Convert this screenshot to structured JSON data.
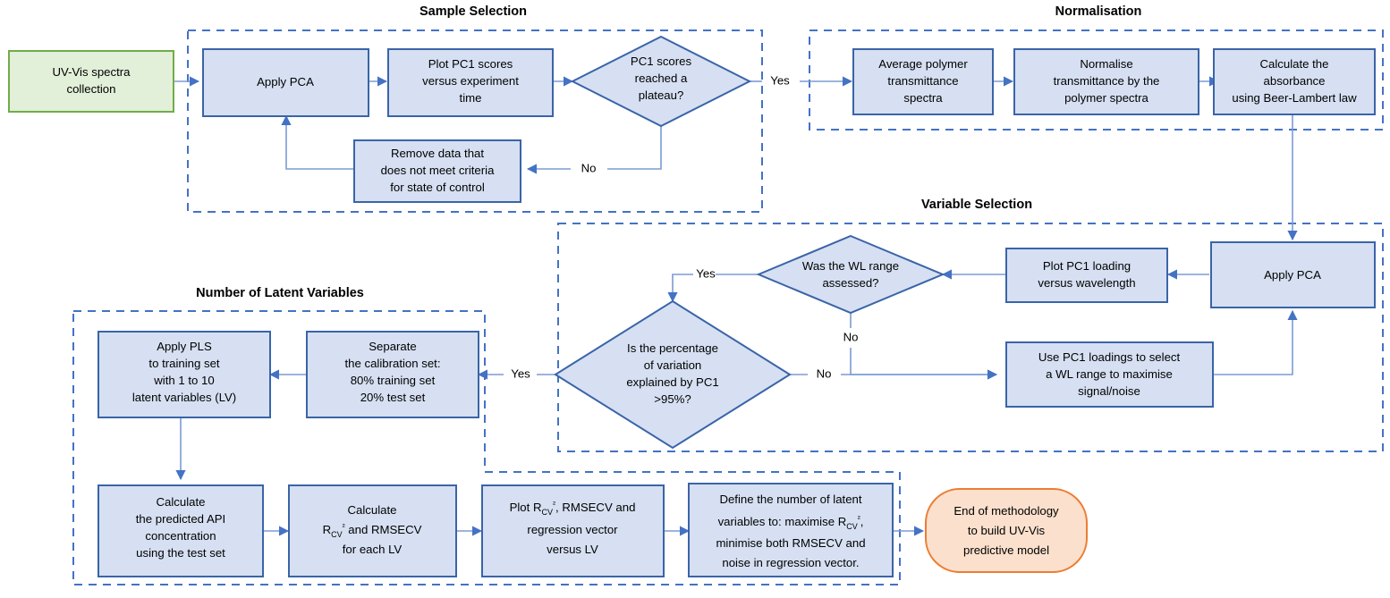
{
  "diagram": {
    "title": "UV-Vis predictive model building methodology flowchart",
    "colors": {
      "process_fill": "#D6E0F2",
      "process_border": "#3A64A8",
      "start_fill": "#E2EFD9",
      "start_border": "#70AD47",
      "end_fill": "#FBE0CD",
      "end_border": "#ED7D31",
      "group_border": "#4472C4",
      "connector": "#7B9BD4"
    }
  },
  "sections": {
    "sample_selection": {
      "title": "Sample Selection"
    },
    "normalisation": {
      "title": "Normalisation"
    },
    "variable_selection": {
      "title": "Variable Selection"
    },
    "latent_variables": {
      "title": "Number of Latent Variables"
    }
  },
  "nodes": {
    "start": {
      "lines": [
        "UV-Vis spectra",
        "collection"
      ]
    },
    "apply_pca_1": {
      "lines": [
        "Apply PCA"
      ]
    },
    "plot_pc1_scores": {
      "lines": [
        "Plot PC1 scores",
        "versus experiment",
        "time"
      ]
    },
    "pc1_plateau": {
      "lines": [
        "PC1 scores",
        "reached a",
        "plateau?"
      ]
    },
    "remove_data": {
      "lines": [
        "Remove data that",
        "does not meet criteria",
        "for state of control"
      ]
    },
    "average_polymer": {
      "lines": [
        "Average polymer",
        "transmittance",
        "spectra"
      ]
    },
    "normalise_transmittance": {
      "lines": [
        "Normalise",
        "transmittance by the",
        "polymer spectra"
      ]
    },
    "calculate_absorbance": {
      "lines": [
        "Calculate  the",
        "absorbance",
        "using Beer-Lambert law"
      ]
    },
    "apply_pca_2": {
      "lines": [
        "Apply PCA"
      ]
    },
    "plot_pc1_loading": {
      "lines": [
        "Plot PC1 loading",
        "versus wavelength"
      ]
    },
    "wl_range_assessed": {
      "lines": [
        "Was the WL range",
        "assessed?"
      ]
    },
    "use_pc1_loadings": {
      "lines": [
        "Use PC1 loadings to select",
        "a WL range to maximise",
        "signal/noise"
      ]
    },
    "percentage_variation": {
      "lines": [
        "Is the percentage",
        "of variation",
        "explained by PC1",
        ">95%?"
      ]
    },
    "separate_calibration": {
      "lines": [
        "Separate",
        "the calibration set:",
        "80% training set",
        "20% test set"
      ]
    },
    "apply_pls": {
      "lines": [
        "Apply PLS",
        "to training set",
        "with 1 to 10",
        "latent variables (LV)"
      ]
    },
    "calculate_api": {
      "lines": [
        "Calculate",
        "the predicted API",
        "concentration",
        "using the test set"
      ]
    },
    "calculate_rcv": {
      "lines": [
        "Calculate",
        "R_CV2 and RMSECV",
        "for each LV"
      ]
    },
    "plot_rcv": {
      "lines": [
        "Plot R_CV2, RMSECV and",
        "regression vector",
        "versus LV"
      ]
    },
    "define_lv": {
      "lines": [
        "Define the number of latent",
        "variables to: maximise R_CV2,",
        "minimise both RMSECV and",
        "noise in regression vector."
      ]
    },
    "end": {
      "lines": [
        "End of methodology",
        "to build UV-Vis",
        "predictive model"
      ]
    }
  },
  "edge_labels": {
    "plateau_yes": "Yes",
    "plateau_no": "No",
    "wl_yes": "Yes",
    "wl_no": "No",
    "pc1_var_no": "No",
    "pc1_var_yes": "Yes"
  }
}
